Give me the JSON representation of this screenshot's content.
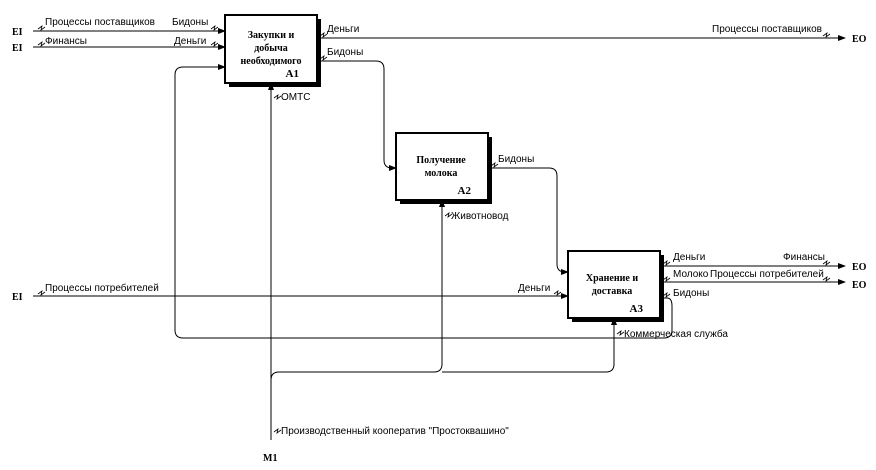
{
  "diagram": {
    "boxes": [
      {
        "id": "A1",
        "name_lines": [
          "Закупки и",
          "добыча",
          "необходимого"
        ]
      },
      {
        "id": "A2",
        "name_lines": [
          "Получение",
          "молока"
        ]
      },
      {
        "id": "A3",
        "name_lines": [
          "Хранение и",
          "доставка"
        ]
      }
    ],
    "labels": {
      "in_supplier_proc": "Процессы поставщиков",
      "in_a1_bidony": "Бидоны",
      "in_finance": "Финансы",
      "in_a1_money": "Деньги",
      "out_a1_money": "Деньги",
      "out_supplier_proc": "Процессы поставщиков",
      "out_a1_bidony": "Бидоны",
      "mech_omts": "ОМТС",
      "out_a2_bidony": "Бидоны",
      "mech_herdsman": "Животновод",
      "in_consumer_proc": "Процессы потребителей",
      "in_a3_money": "Деньги",
      "out_a3_money": "Деньги",
      "out_finance": "Финансы",
      "out_milk": "Молоко",
      "out_consumer_proc": "Процессы потребителей",
      "out_a3_bidony": "Бидоны",
      "mech_commerce": "Коммерческая служба",
      "mech_coop": "Производственный кооператив \"Простоквашино\""
    },
    "tags": {
      "ei1": "EI",
      "ei2": "EI",
      "ei3": "EI",
      "eo1": "EO",
      "eo2": "EO",
      "eo3": "EO",
      "m1": "M1"
    }
  }
}
